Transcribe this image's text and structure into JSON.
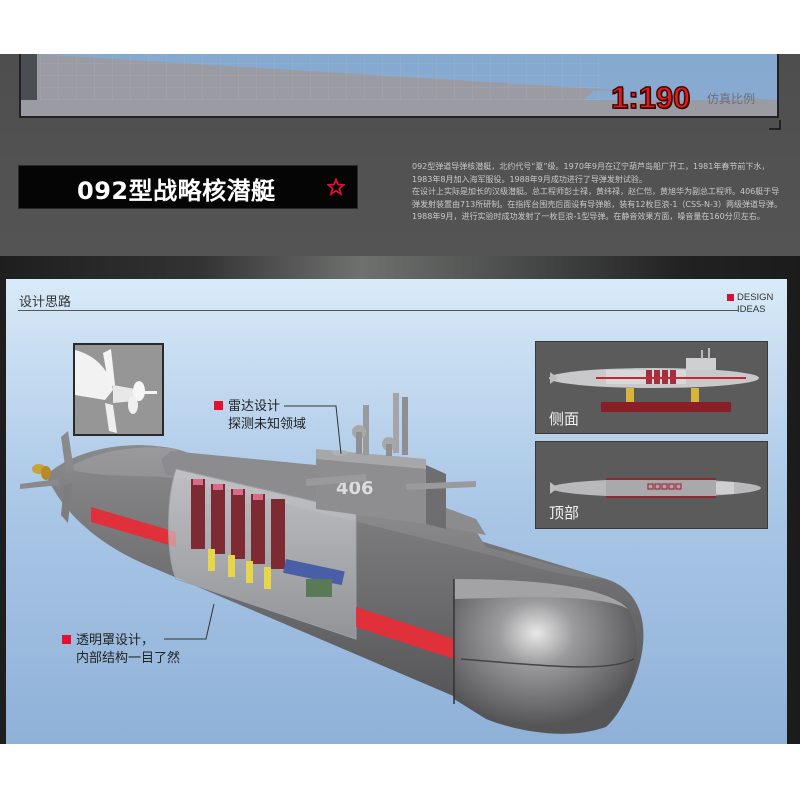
{
  "header": {
    "scale_value": "1:190",
    "scale_label": "仿真比例"
  },
  "title": {
    "text": "092型战略核潜艇",
    "icon": "star-outline-icon",
    "accent_color": "#d8152a"
  },
  "description": {
    "lines": [
      "092型弹道导弹核潜艇，北约代号“夏”级。1970年9月在辽宁葫芦岛船厂开工，1981年春节前下水，",
      "1983年8月加入海军服役。1988年9月成功进行了导弹发射试验。",
      "在设计上实际是加长的汉级潜艇。总工程师彭士禄，黄纬禄，赵仁恺，黄旭华为副总工程师。406艇于导",
      "弹发射装置由713所研制。在指挥台围壳后面设有导弹舱，装有12枚巨浪-1（CSS-N-3）两级弹道导弹。",
      "1988年9月，进行实验时成功发射了一枚巨浪-1型导弹。在静音效果方面，噪音量在160分贝左右。"
    ]
  },
  "panel": {
    "title": "设计思路",
    "tag_line1": "DESIGN",
    "tag_line2": "IDEAS",
    "marker_color": "#d4103a",
    "hull_number": "406"
  },
  "callouts": {
    "radar": {
      "line1": "雷达设计",
      "line2": "探测未知领域"
    },
    "hull": {
      "line1": "透明罩设计，",
      "line2": "内部结构一目了然"
    }
  },
  "views": [
    {
      "label": "侧面",
      "name": "side-view"
    },
    {
      "label": "顶部",
      "name": "top-view"
    }
  ],
  "colors": {
    "scale_red": "#e51b1b",
    "stripe_red": "#e0303a",
    "hull_gray": "#7d7d7f",
    "panel_blue": "#a9c6e6"
  }
}
